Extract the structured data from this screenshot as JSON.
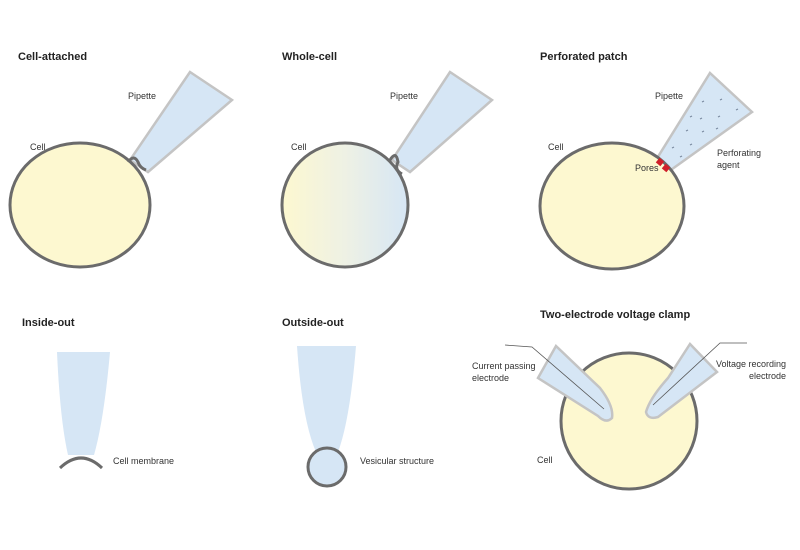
{
  "panels": {
    "cell_attached": {
      "title": "Cell-attached",
      "pipette": "Pipette",
      "cell": "Cell"
    },
    "whole_cell": {
      "title": "Whole-cell",
      "pipette": "Pipette",
      "cell": "Cell"
    },
    "perforated": {
      "title": "Perforated patch",
      "pipette": "Pipette",
      "cell": "Cell",
      "pores": "Pores",
      "agent_line1": "Perforating",
      "agent_line2": "agent"
    },
    "inside_out": {
      "title": "Inside-out",
      "membrane": "Cell membrane"
    },
    "outside_out": {
      "title": "Outside-out",
      "vesicle": "Vesicular structure"
    },
    "tevc": {
      "title": "Two-electrode voltage clamp",
      "current_line1": "Current passing",
      "current_line2": "electrode",
      "voltage_line1": "Voltage recording",
      "voltage_line2": "electrode",
      "cell": "Cell"
    }
  },
  "colors": {
    "cell": "#fdf8d0",
    "pipette": "#d6e6f5",
    "membrane": "#6b6b6b",
    "pores": "#d0202a"
  }
}
